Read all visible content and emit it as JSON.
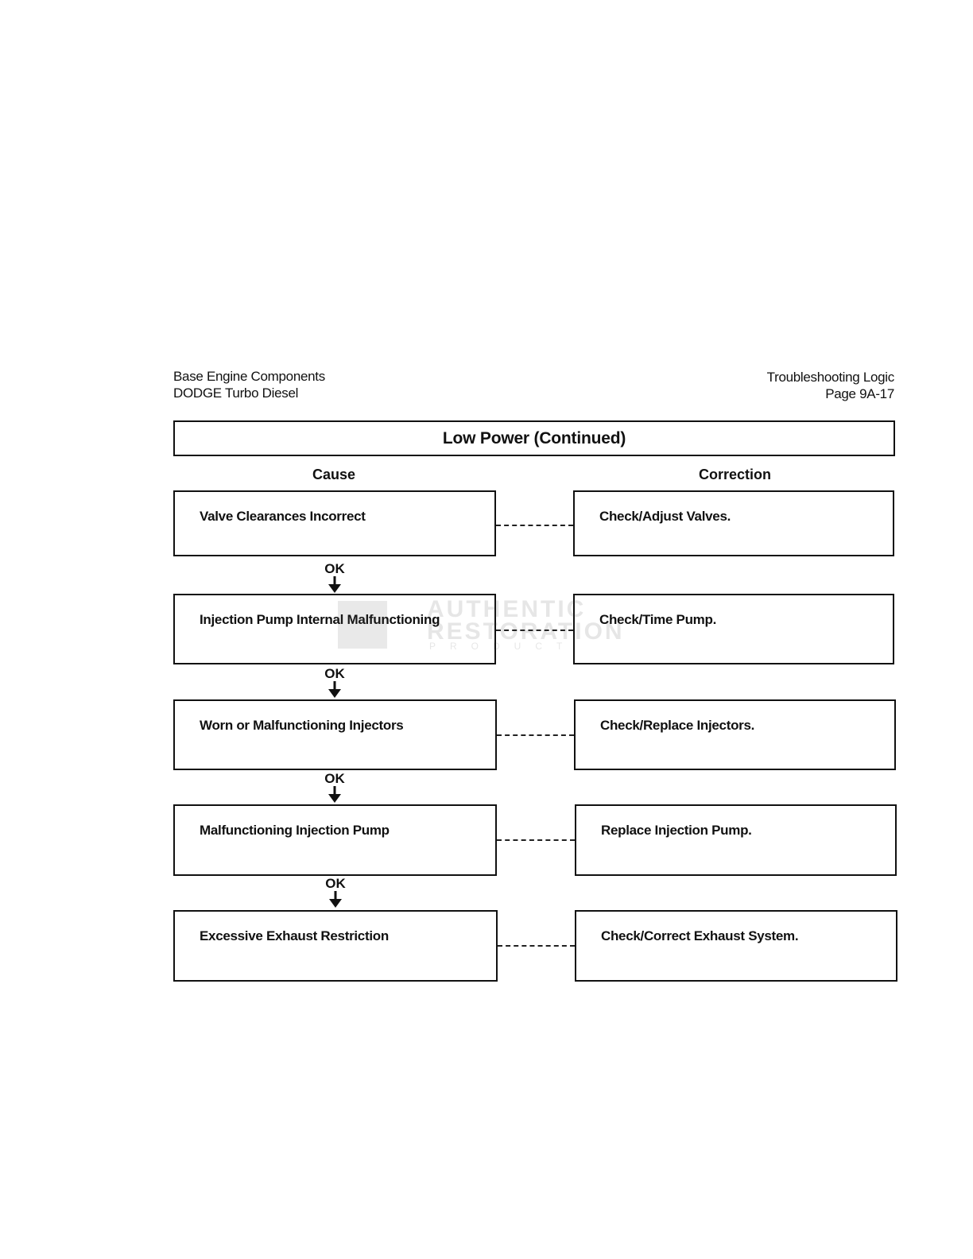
{
  "header": {
    "left_line1": "Base Engine Components",
    "left_line2": "DODGE Turbo Diesel",
    "right_line1": "Troubleshooting Logic",
    "right_line2": "Page 9A-17"
  },
  "title": "Low Power (Continued)",
  "columns": {
    "cause": "Cause",
    "correction": "Correction"
  },
  "rows": [
    {
      "cause": "Valve Clearances Incorrect",
      "correction": "Check/Adjust Valves."
    },
    {
      "cause": "Injection Pump Internal Malfunctioning",
      "correction": "Check/Time Pump."
    },
    {
      "cause": "Worn or Malfunctioning Injectors",
      "correction": "Check/Replace Injectors."
    },
    {
      "cause": "Malfunctioning Injection Pump",
      "correction": "Replace Injection Pump."
    },
    {
      "cause": "Excessive Exhaust Restriction",
      "correction": "Check/Correct Exhaust System."
    }
  ],
  "connectors": [
    "OK",
    "OK",
    "OK",
    "OK"
  ],
  "watermark": {
    "line1": "AUTHENTIC",
    "line2": "RESTORATION",
    "line3": "PRODUCT"
  }
}
